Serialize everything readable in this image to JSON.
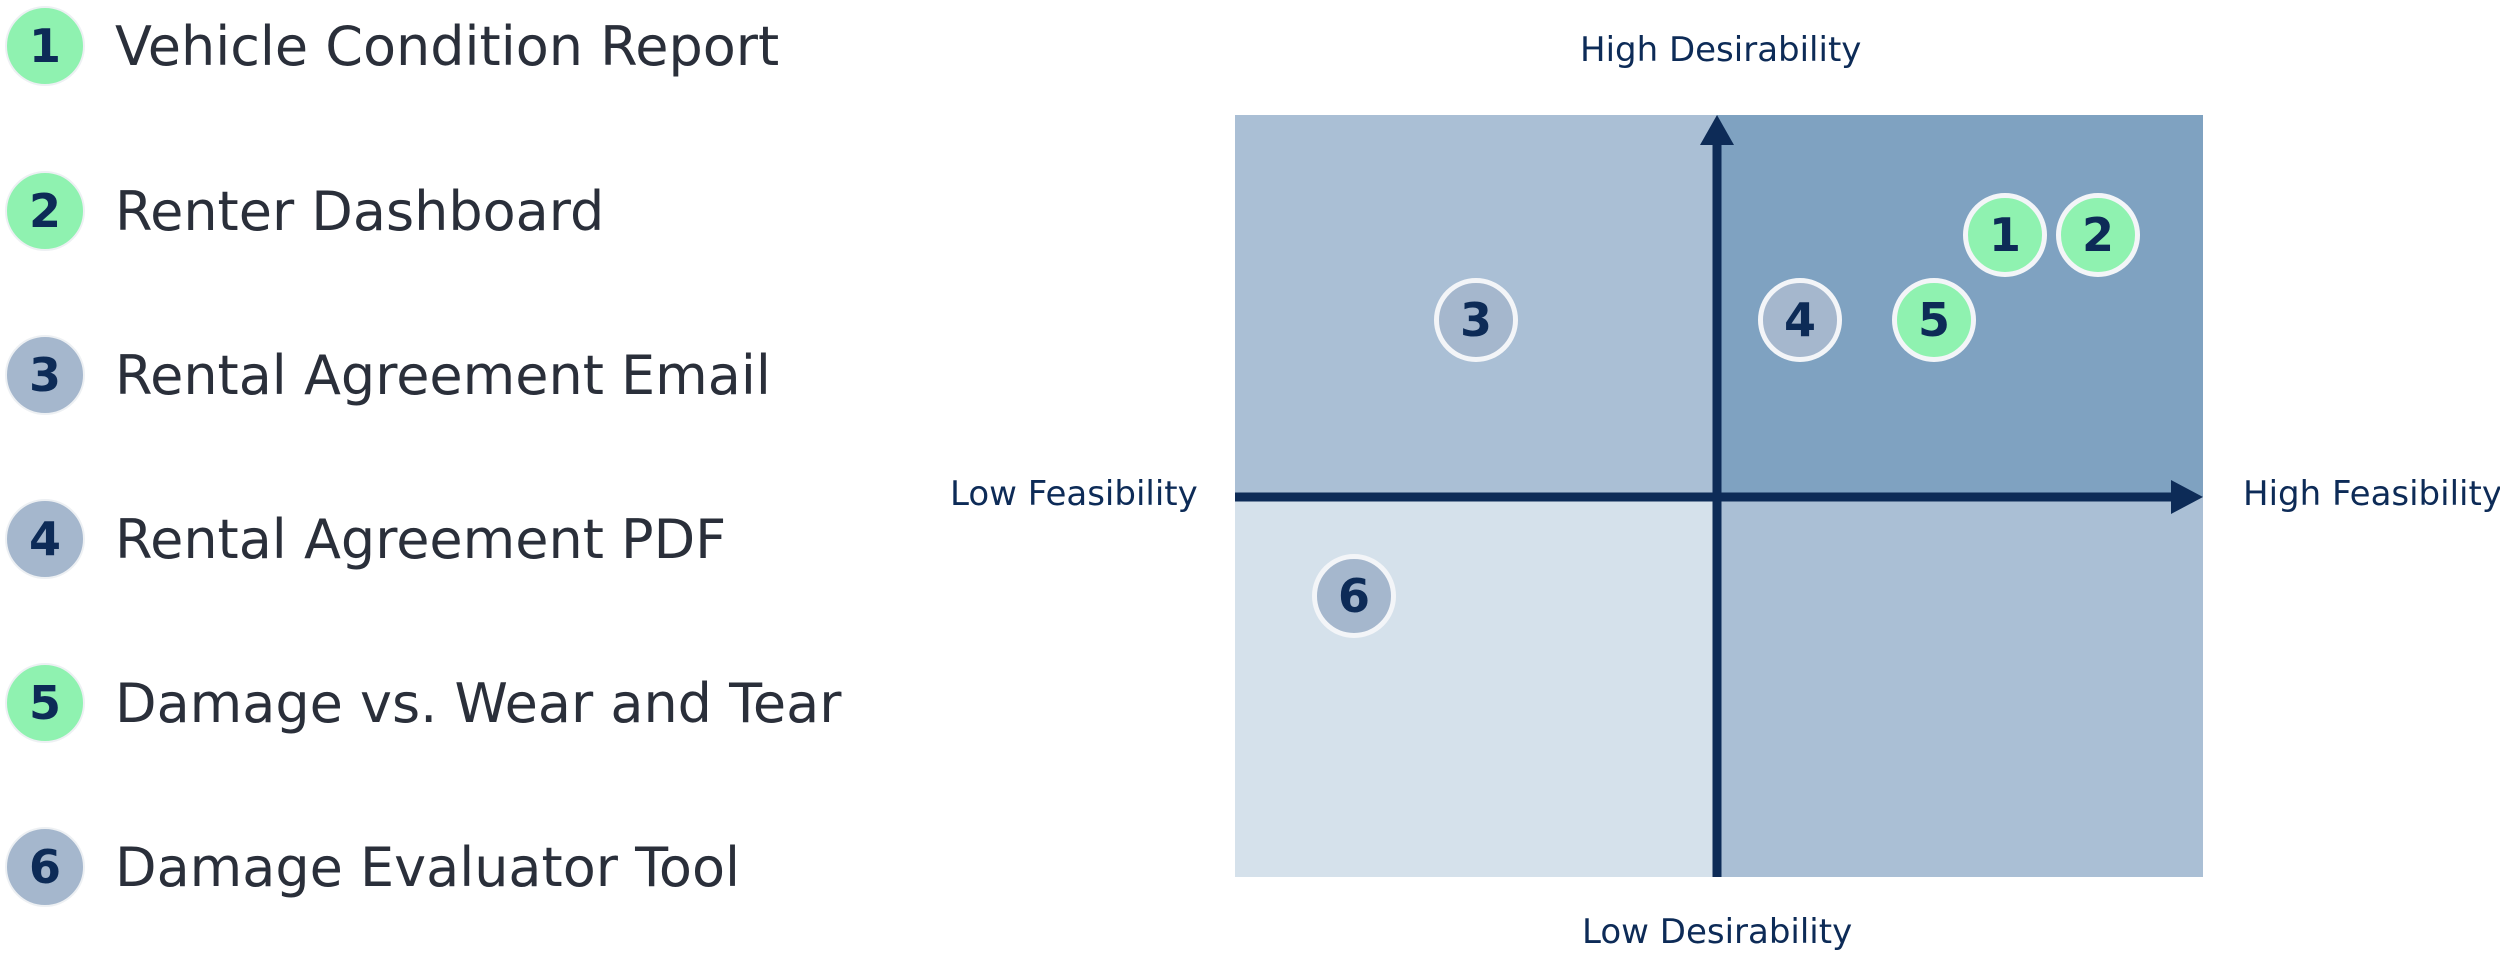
{
  "colors": {
    "green": "#8ff2b0",
    "blue": "#a5b7cd",
    "quadrant_top_left": "#aabfd5",
    "quadrant_top_right": "#7fa2c1",
    "quadrant_bottom_left": "#d5e1eb",
    "quadrant_bottom_right": "#aabfd5",
    "axis": "#0d2b57"
  },
  "legend": [
    {
      "number": "1",
      "label": "Vehicle Condition Report",
      "color": "green"
    },
    {
      "number": "2",
      "label": "Renter Dashboard",
      "color": "green"
    },
    {
      "number": "3",
      "label": "Rental Agreement Email",
      "color": "blue"
    },
    {
      "number": "4",
      "label": "Rental Agreement PDF",
      "color": "blue"
    },
    {
      "number": "5",
      "label": "Damage vs. Wear and Tear",
      "color": "green"
    },
    {
      "number": "6",
      "label": "Damage Evaluator Tool",
      "color": "blue"
    }
  ],
  "matrix": {
    "axis_top": "High Desirability",
    "axis_bottom": "Low Desirability",
    "axis_left": "Low Feasibility",
    "axis_right": "High Feasibility",
    "markers": [
      {
        "number": "1",
        "color": "green"
      },
      {
        "number": "2",
        "color": "green"
      },
      {
        "number": "3",
        "color": "blue"
      },
      {
        "number": "4",
        "color": "blue"
      },
      {
        "number": "5",
        "color": "green"
      },
      {
        "number": "6",
        "color": "blue"
      }
    ]
  }
}
